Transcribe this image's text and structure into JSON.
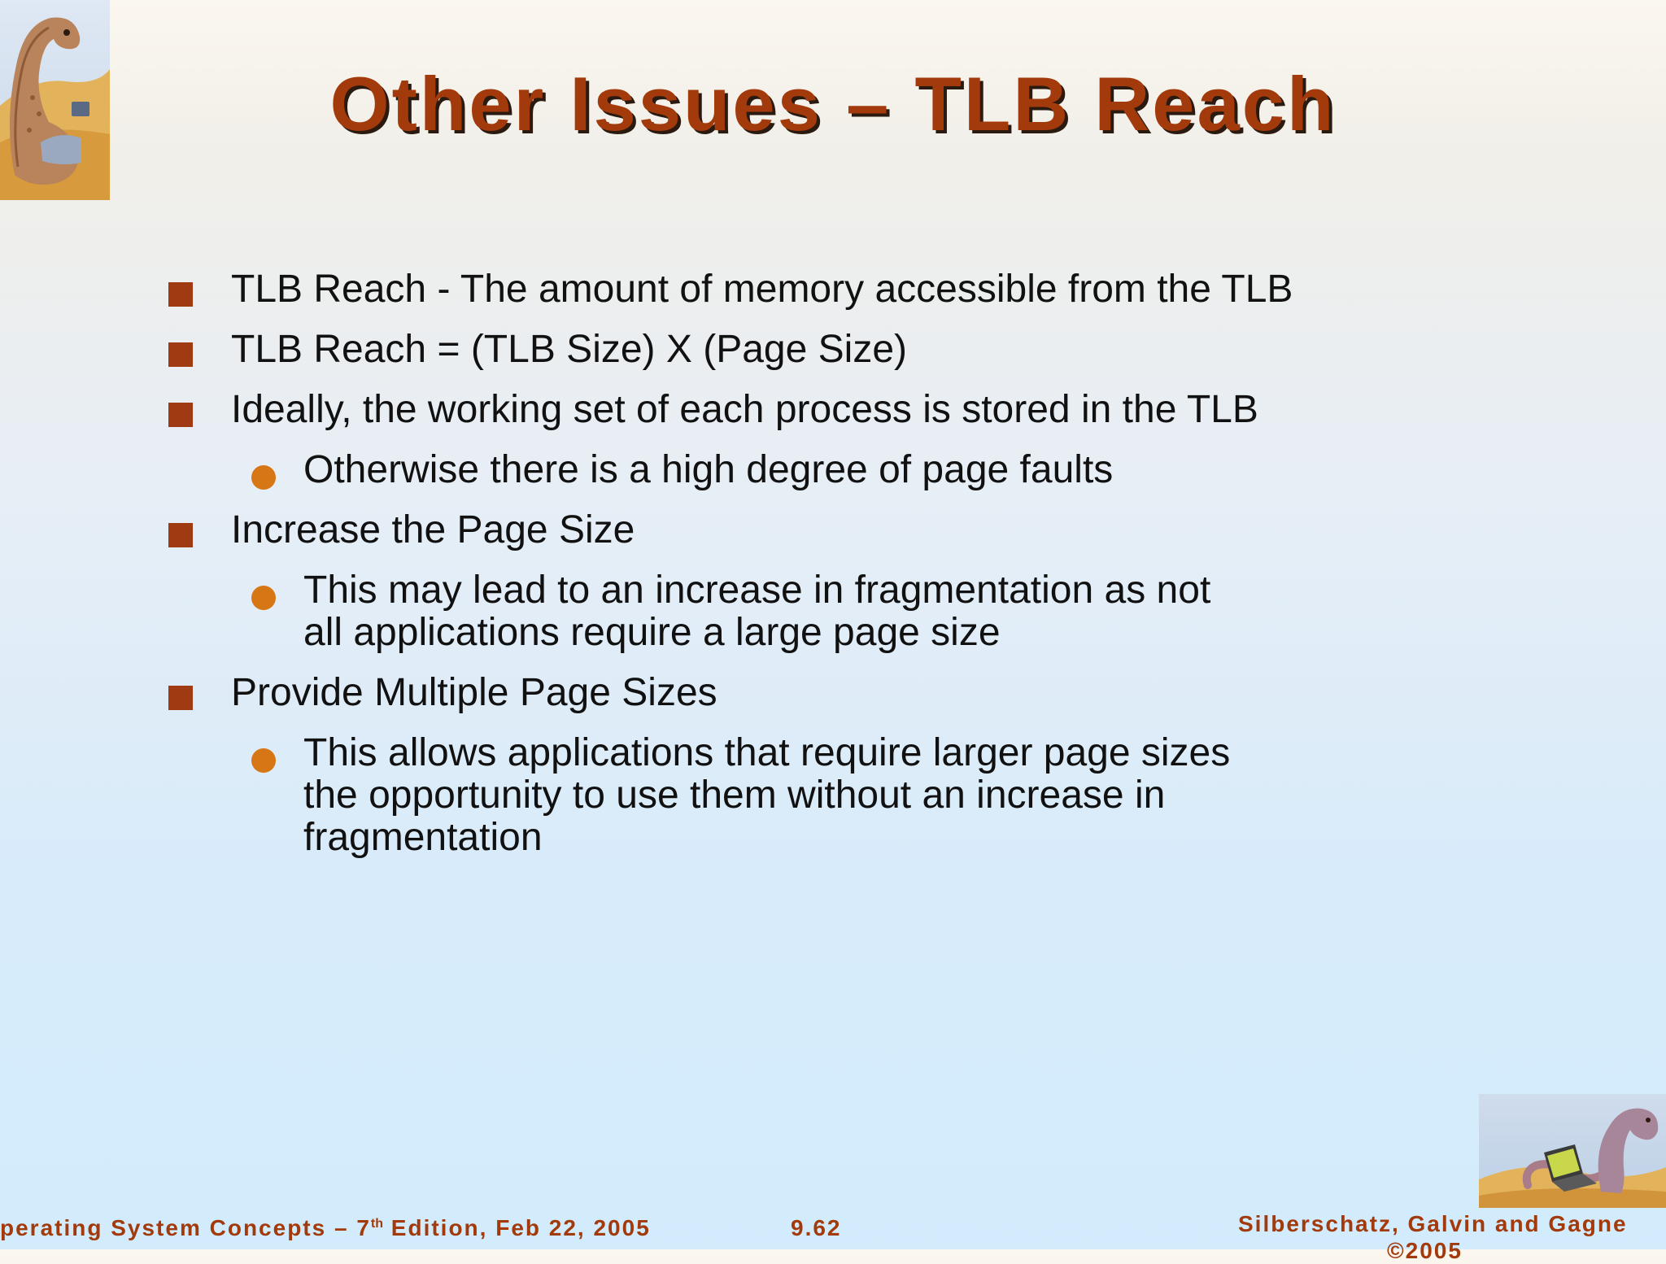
{
  "slide": {
    "title": "Other Issues – TLB Reach"
  },
  "bullets": [
    {
      "level": 1,
      "text": "TLB Reach - The amount of memory accessible from the TLB"
    },
    {
      "level": 1,
      "text": "TLB Reach = (TLB Size) X (Page Size)"
    },
    {
      "level": 1,
      "text": "Ideally, the working set of each process is stored in the TLB"
    },
    {
      "level": 2,
      "text": "Otherwise there is a high degree of page faults"
    },
    {
      "level": 1,
      "text": "Increase the Page Size"
    },
    {
      "level": 2,
      "text": "This may lead to an increase in fragmentation as not all applications require a large page size"
    },
    {
      "level": 1,
      "text": "Provide Multiple Page Sizes"
    },
    {
      "level": 2,
      "text": "This allows applications that require larger page sizes the opportunity to use them without an increase in fragmentation"
    }
  ],
  "footer": {
    "left_prefix": "perating System Concepts – 7",
    "left_sup": "th",
    "left_suffix": " Edition, Feb 22, 2005",
    "page": "9.62",
    "authors": "Silberschatz, Galvin and Gagne",
    "copyright": "©2005"
  },
  "icons": {
    "top_left": "dinosaur-reading-logo-icon",
    "bottom_right": "dinosaur-laptop-logo-icon"
  },
  "colors": {
    "title": "#a33a0c",
    "level1_bullet": "#a03a12",
    "level2_bullet": "#d77615",
    "body_text": "#111111"
  }
}
